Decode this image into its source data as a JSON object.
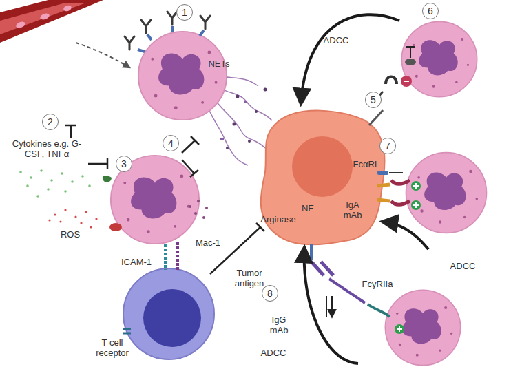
{
  "diagram": {
    "labels": [
      "1",
      "NETs",
      "ADCC",
      "6",
      "2",
      "Cytokines e.g. G-CSF, TNFα",
      "3",
      "4",
      "5",
      "FcαRI",
      "7",
      "NE",
      "Arginase",
      "ROS",
      "Mac-1",
      "IgA mAb",
      "ADCC",
      "Tumor antigen",
      "8",
      "ICAM-1",
      "IgG mAb",
      "FcγRIIa",
      "T cell receptor",
      "ADCC"
    ]
  }
}
